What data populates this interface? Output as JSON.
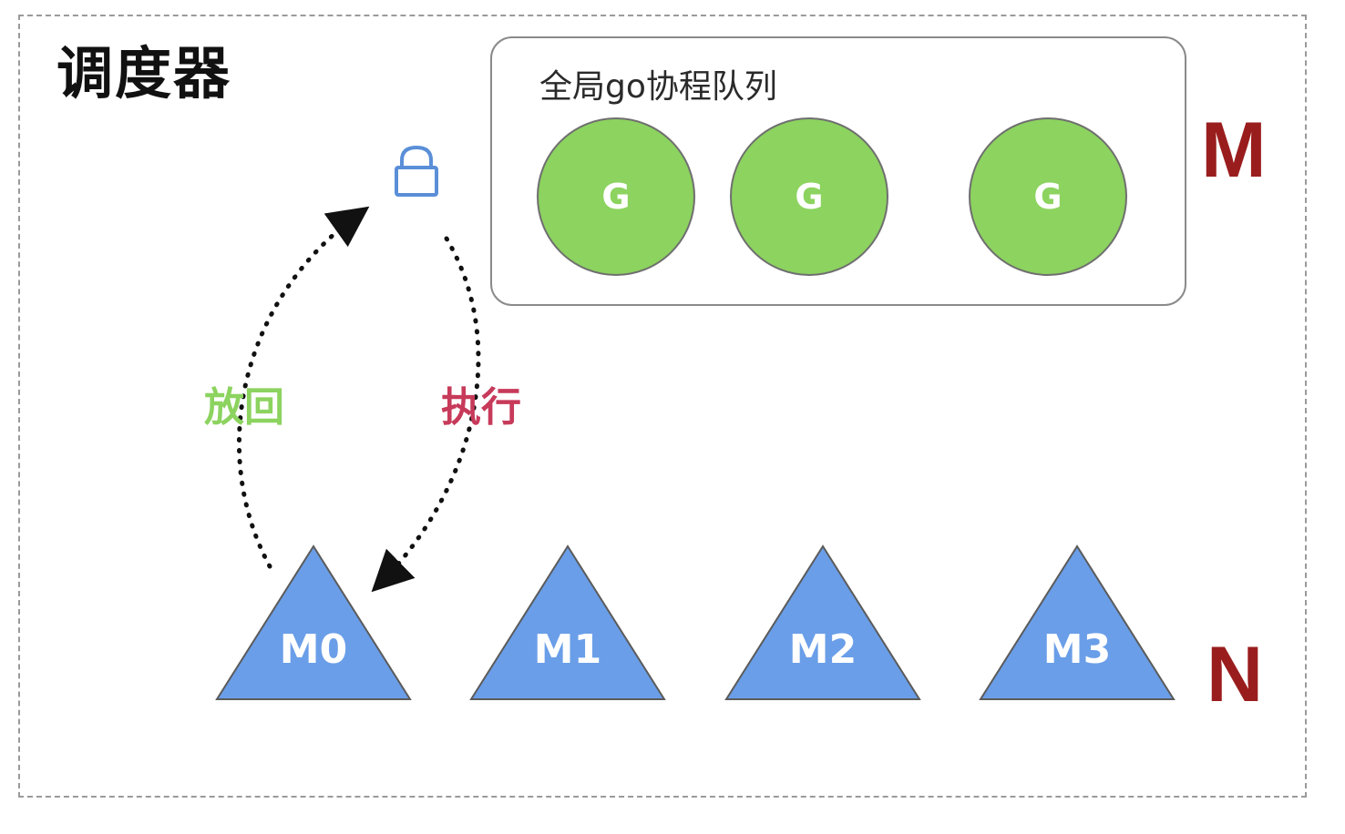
{
  "title": "调度器",
  "global_queue": {
    "label": "全局go协程队列",
    "goroutines": [
      "G",
      "G",
      "G"
    ]
  },
  "m_count_label": "M",
  "n_count_label": "N",
  "edges": {
    "put_back_label": "放回",
    "execute_label": "执行"
  },
  "threads": [
    "M0",
    "M1",
    "M2",
    "M3"
  ],
  "icons": {
    "lock": "lock-icon"
  },
  "colors": {
    "goroutine_fill": "#8cd35f",
    "thread_fill": "#6a9ee8",
    "put_back": "#8cd35f",
    "execute": "#c73a5a",
    "count_letters": "#9a1d1d",
    "lock": "#5a8fd8"
  }
}
